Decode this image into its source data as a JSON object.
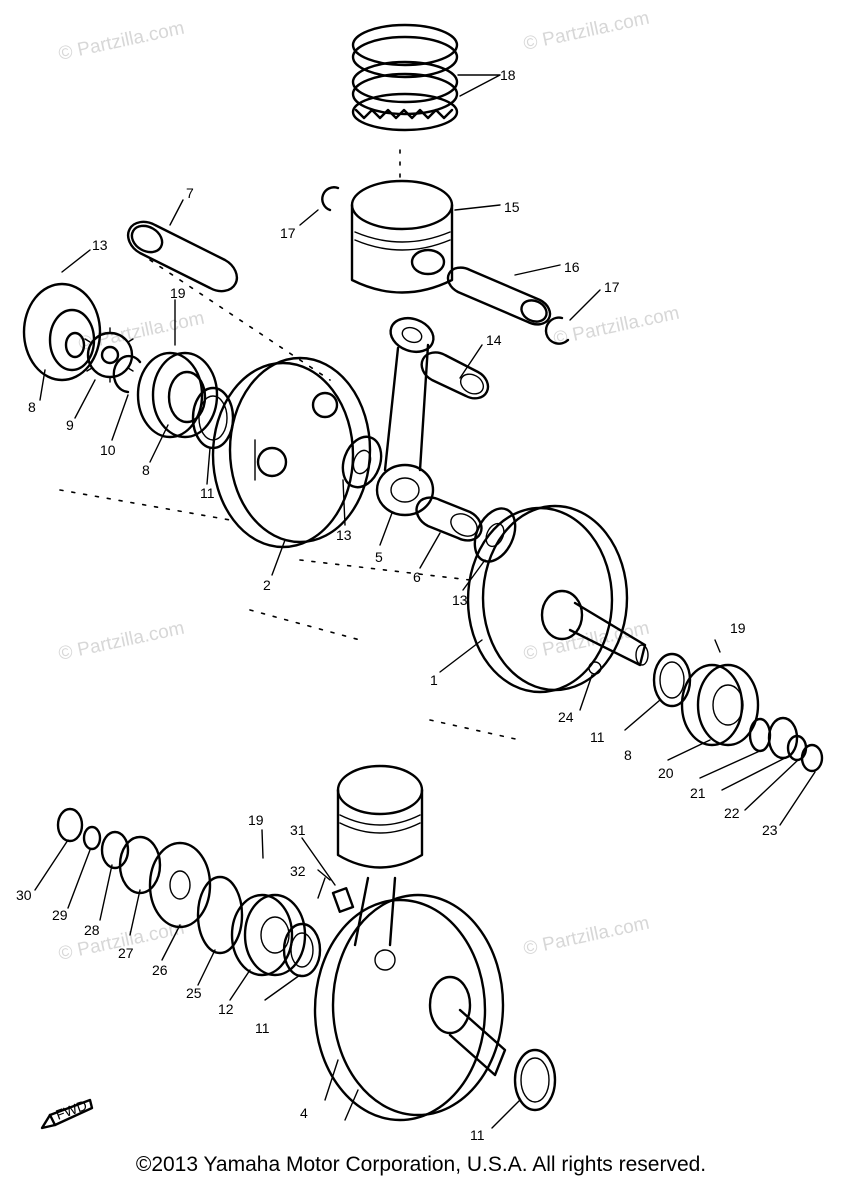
{
  "watermark": "© Partzilla.com",
  "direction_label": "FWD",
  "copyright": "©2013  Yamaha Motor Corporation, U.S.A. All rights reserved.",
  "callouts": {
    "c1": "1",
    "c2": "2",
    "c4": "4",
    "c5": "5",
    "c6": "6",
    "c7": "7",
    "c8a": "8",
    "c8b": "8",
    "c8c": "8",
    "c9": "9",
    "c10": "10",
    "c11a": "11",
    "c11b": "11",
    "c11c": "11",
    "c11d": "11",
    "c12": "12",
    "c13a": "13",
    "c13b": "13",
    "c13c": "13",
    "c14": "14",
    "c15": "15",
    "c16": "16",
    "c17a": "17",
    "c17b": "17",
    "c18": "18",
    "c19a": "19",
    "c19b": "19",
    "c19c": "19",
    "c20": "20",
    "c21": "21",
    "c22": "22",
    "c23": "23",
    "c24": "24",
    "c25": "25",
    "c26": "26",
    "c27": "27",
    "c28": "28",
    "c29": "29",
    "c30": "30",
    "c31": "31",
    "c32": "32"
  }
}
